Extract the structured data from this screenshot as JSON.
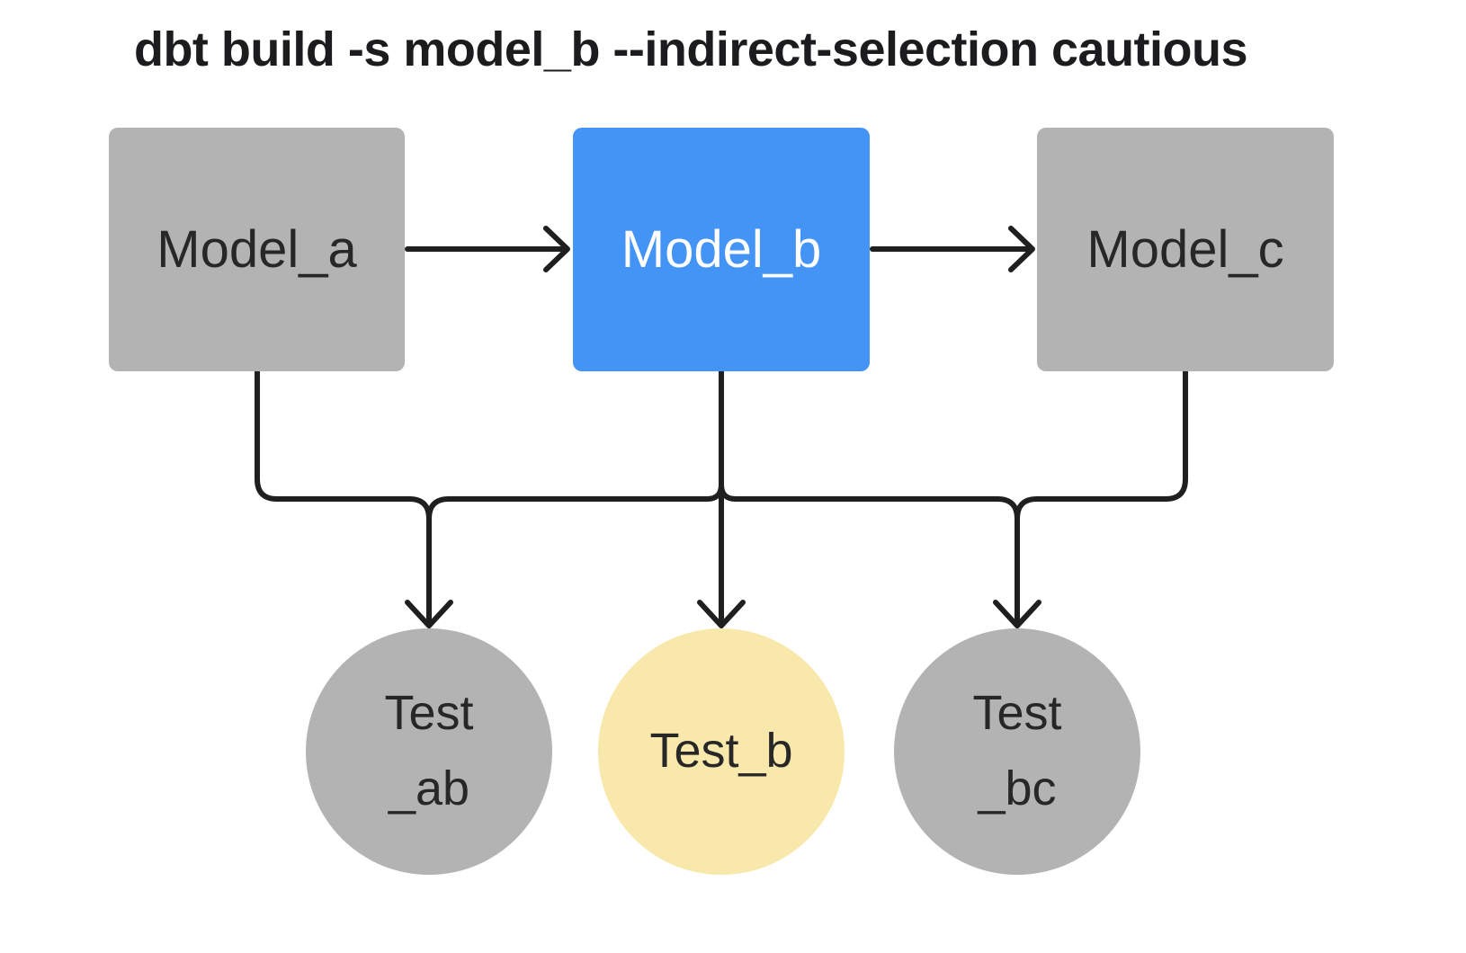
{
  "title": "dbt build -s model_b --indirect-selection cautious",
  "colors": {
    "node_gray": "#b3b3b3",
    "node_selected_blue": "#4494f5",
    "node_indirect_yellow": "#f9e8ab",
    "line": "#1f1f1f",
    "title_text": "#1c1c1e",
    "label_dark": "#272727",
    "label_light": "#ffffff"
  },
  "nodes": {
    "model_a": {
      "label": "Model_a",
      "type": "model",
      "state": "not-selected"
    },
    "model_b": {
      "label": "Model_b",
      "type": "model",
      "state": "selected"
    },
    "model_c": {
      "label": "Model_c",
      "type": "model",
      "state": "not-selected"
    },
    "test_ab": {
      "lines": [
        "Test",
        "_ab"
      ],
      "label": "Test_ab",
      "type": "test",
      "state": "not-selected"
    },
    "test_b": {
      "lines": [
        "Test_b"
      ],
      "label": "Test_b",
      "type": "test",
      "state": "indirectly-selected"
    },
    "test_bc": {
      "lines": [
        "Test",
        "_bc"
      ],
      "label": "Test_bc",
      "type": "test",
      "state": "not-selected"
    }
  },
  "edges": [
    {
      "from": "model_a",
      "to": "model_b"
    },
    {
      "from": "model_b",
      "to": "model_c"
    },
    {
      "from": "model_a",
      "to": "test_ab"
    },
    {
      "from": "model_b",
      "to": "test_ab"
    },
    {
      "from": "model_b",
      "to": "test_b"
    },
    {
      "from": "model_b",
      "to": "test_bc"
    },
    {
      "from": "model_c",
      "to": "test_bc"
    }
  ]
}
